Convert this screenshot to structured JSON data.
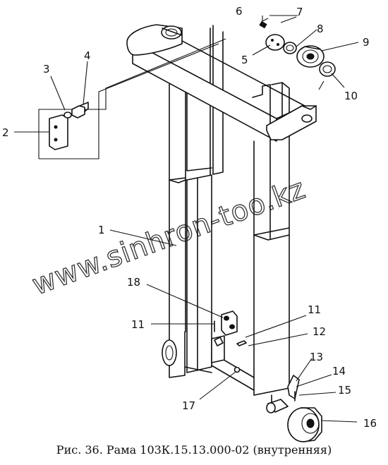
{
  "caption": "Рис. 36. Рама 103К.15.13.000-02 (внутренняя)",
  "watermark": "www.sinhron-too.kz",
  "part_labels": [
    "1",
    "2",
    "3",
    "4",
    "5",
    "6",
    "7",
    "8",
    "9",
    "10",
    "11",
    "11",
    "12",
    "13",
    "14",
    "15",
    "16",
    "17",
    "18"
  ]
}
